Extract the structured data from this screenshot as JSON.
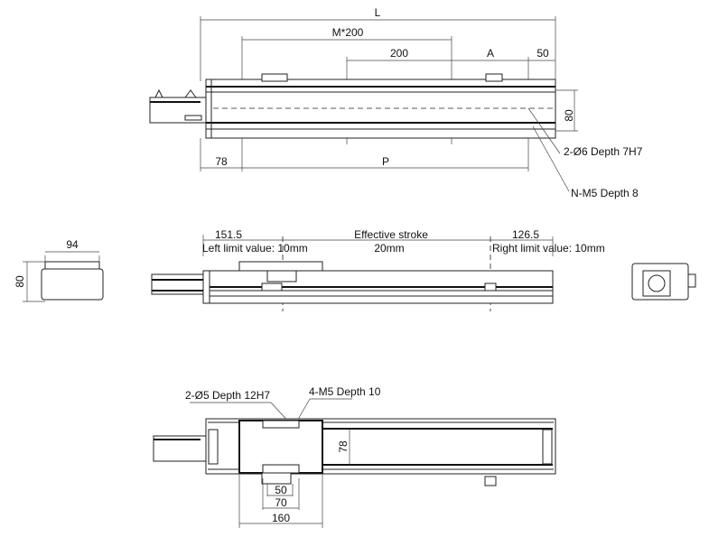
{
  "top_view": {
    "dim_L": "L",
    "dim_M200": "M*200",
    "dim_200": "200",
    "dim_A": "A",
    "dim_50": "50",
    "dim_80": "80",
    "dim_78": "78",
    "dim_P": "P",
    "callout_holes": "2-Ø6 Depth 7H7",
    "callout_threads": "N-M5 Depth 8"
  },
  "side_view": {
    "dim_left": "151.5",
    "left_limit": "Left limit value: 10mm",
    "stroke_label": "Effective stroke",
    "stroke_value": "20mm",
    "dim_right": "126.5",
    "right_limit": "Right limit value: 10mm",
    "end_width": "94",
    "end_height": "80"
  },
  "bottom_view": {
    "callout_pins": "2-Ø5 Depth 12H7",
    "callout_threads": "4-M5 Depth 10",
    "dim_78": "78",
    "dim_50": "50",
    "dim_70": "70",
    "dim_160": "160"
  }
}
